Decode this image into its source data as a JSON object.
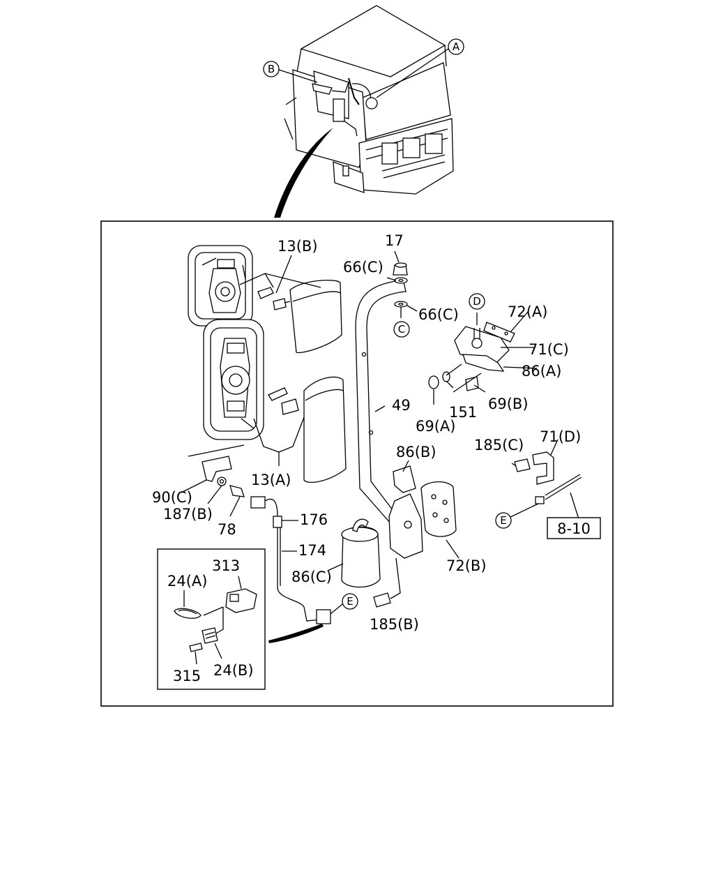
{
  "callouts": {
    "a": "A",
    "b": "B",
    "c": "C",
    "d": "D",
    "e1": "E",
    "e2": "E"
  },
  "parts": {
    "p13b": "13(B)",
    "p13a": "13(A)",
    "p17": "17",
    "p66c_top": "66(C)",
    "p66c_mid": "66(C)",
    "p72a": "72(A)",
    "p71c": "71(C)",
    "p86a": "86(A)",
    "p69b": "69(B)",
    "p49": "49",
    "p151": "151",
    "p69a": "69(A)",
    "p185c": "185(C)",
    "p71d": "71(D)",
    "p86b": "86(B)",
    "p90c": "90(C)",
    "p187b": "187(B)",
    "p78": "78",
    "p176": "176",
    "p174": "174",
    "p86c": "86(C)",
    "p72b": "72(B)",
    "p185b": "185(B)",
    "p313": "313",
    "p24a": "24(A)",
    "p315": "315",
    "p24b": "24(B)",
    "ref": "8-10"
  }
}
